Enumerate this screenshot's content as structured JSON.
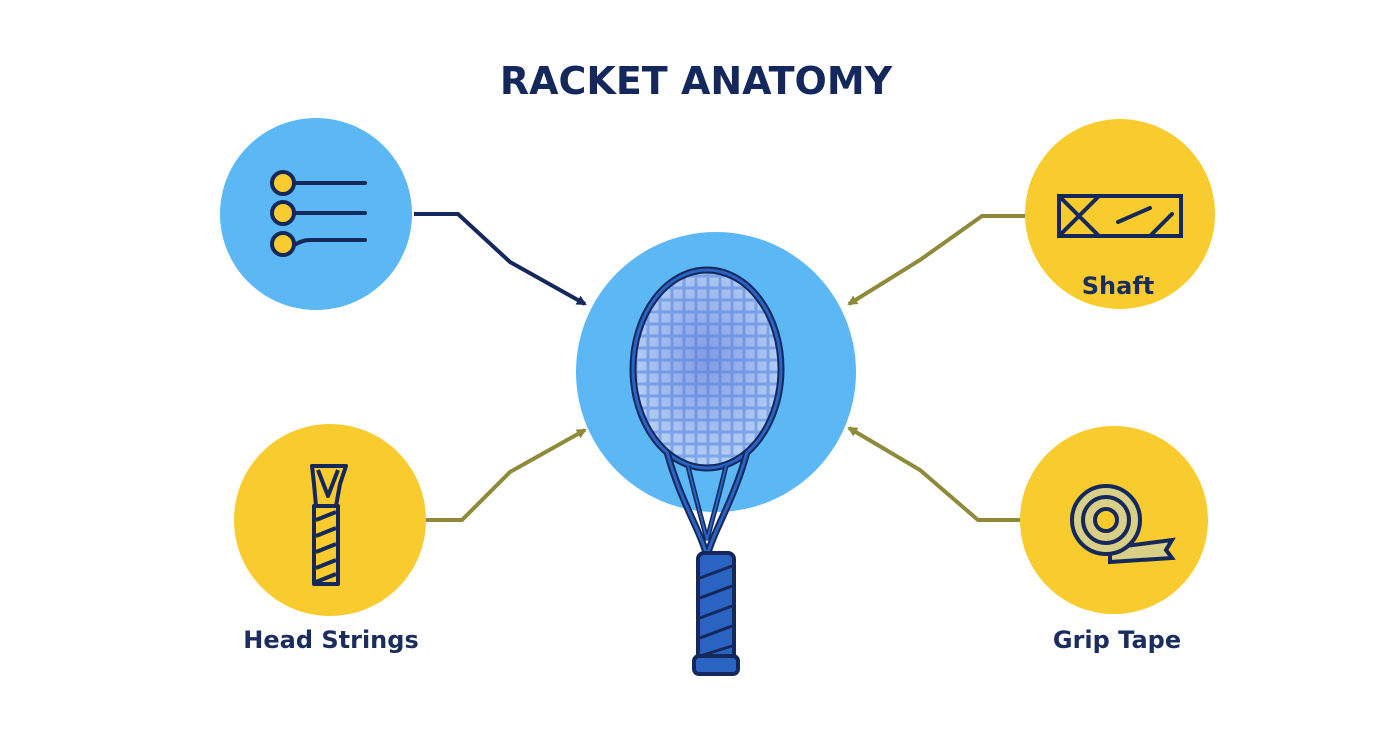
{
  "title": "RACKET ANATOMY",
  "nodes": {
    "top_left": {
      "icon": "list-icon",
      "label": ""
    },
    "bottom_left": {
      "icon": "racket-handle-icon",
      "label": "Head Strings"
    },
    "top_right": {
      "icon": "shaft-icon",
      "label": "Shaft"
    },
    "bottom_right": {
      "icon": "tape-roll-icon",
      "label": "Grip Tape"
    },
    "center": {
      "icon": "tennis-racket-icon"
    }
  },
  "colors": {
    "light_blue": "#5bb8f5",
    "yellow": "#f8cb2e",
    "navy": "#14285c",
    "racket_blue": "#2b63c3",
    "olive_arrow": "#8e8a3a"
  }
}
